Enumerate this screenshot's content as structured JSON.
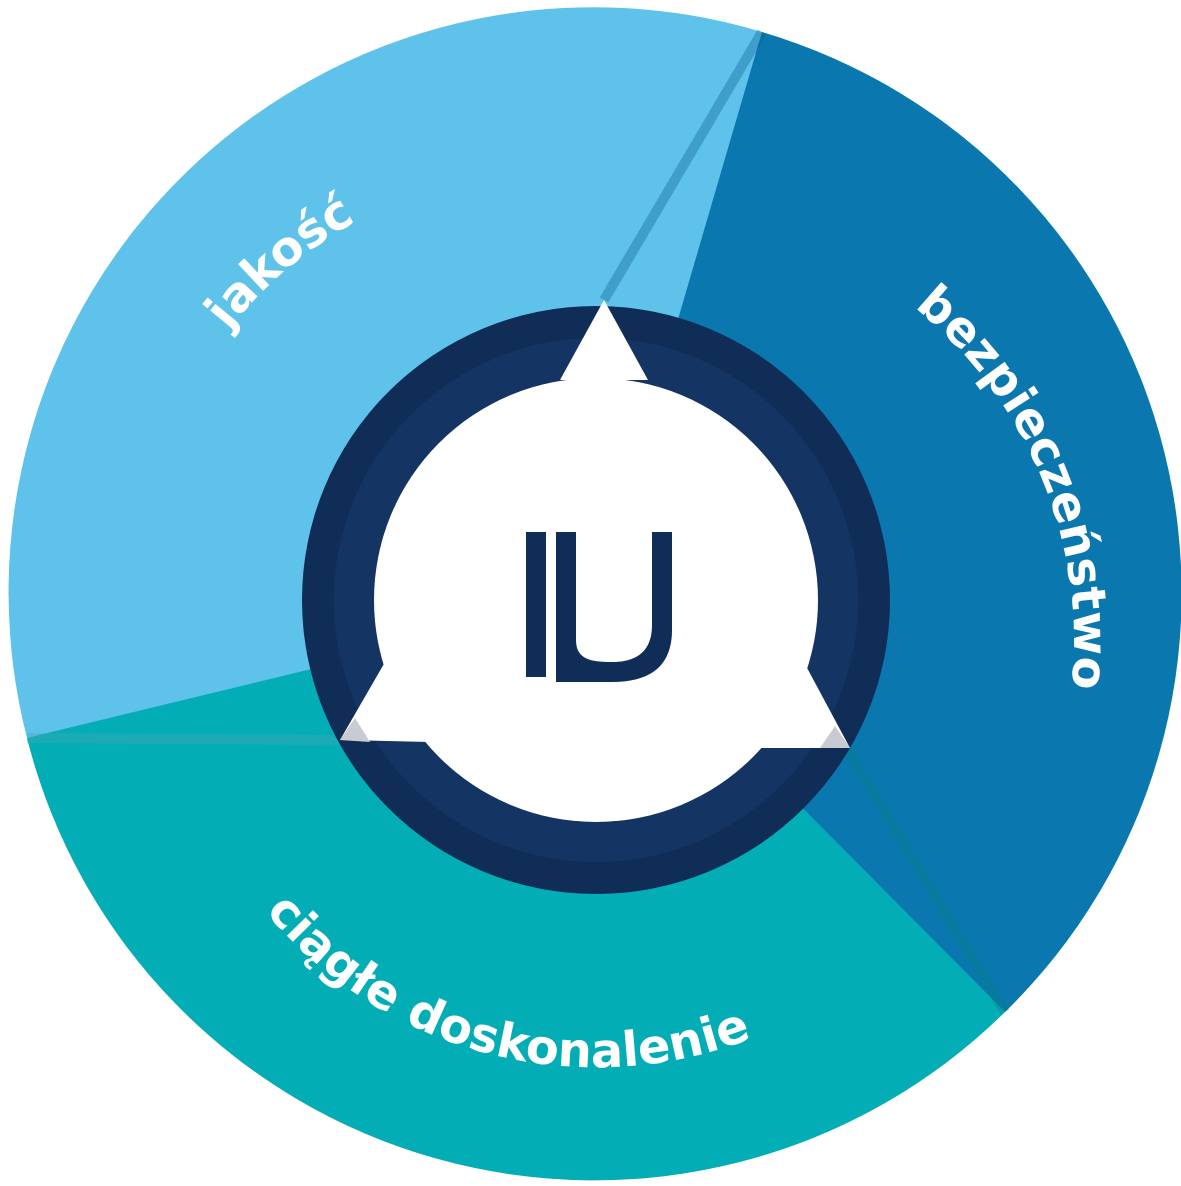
{
  "diagram": {
    "segments": [
      {
        "id": "jakosc",
        "label": "jakość",
        "color": "#5ec2ea",
        "highlight": "#8dd4f1"
      },
      {
        "id": "bezpieczenstwo",
        "label": "bezpieczeństwo",
        "color": "#0a78ae",
        "highlight": "#2e8fc2"
      },
      {
        "id": "ciagle-doskonalenie",
        "label": "ciągłe doskonalenie",
        "color": "#03adb5",
        "highlight": "#2cc0c7"
      }
    ],
    "hub": {
      "ring_color": "#0f2d56",
      "ring_inner_color": "#143563",
      "center_color": "#ffffff",
      "logo_name": "company-logo-u-icon"
    }
  }
}
